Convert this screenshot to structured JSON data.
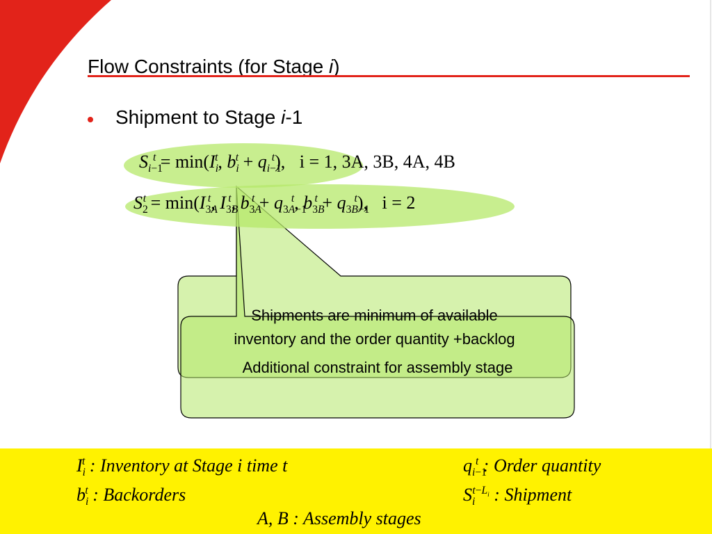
{
  "slide": {
    "title_prefix": "Flow Constraints (for Stage ",
    "title_var": "i",
    "title_suffix": ")",
    "bullet_prefix": "Shipment to Stage ",
    "bullet_var": "i",
    "bullet_suffix": "-1"
  },
  "equations": {
    "eq1_condition": "i = 1, 3A, 3B, 4A, 4B",
    "eq2_condition": "i = 2"
  },
  "callouts": {
    "shipments_line1": "Shipments are minimum of available",
    "shipments_line2": "inventory and the order quantity +backlog",
    "assembly": "Additional constraint for assembly stage"
  },
  "legend": {
    "inventory": ": Inventory at Stage i time t",
    "order": ": Order quantity",
    "backorders": ": Backorders",
    "shipment": ": Shipment",
    "assembly": "A, B : Assembly stages"
  },
  "colors": {
    "accent_red": "#e2231a",
    "callout_green": "#b5e86a",
    "band_yellow": "#fff200"
  }
}
